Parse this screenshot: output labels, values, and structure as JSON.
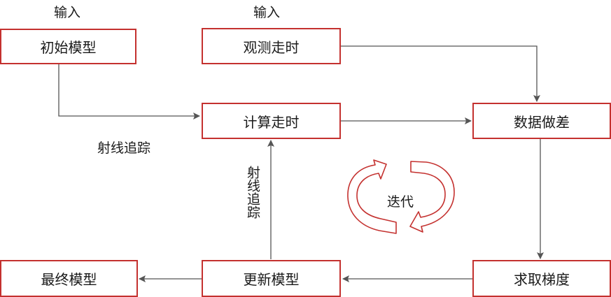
{
  "labels": {
    "input_left": "输入",
    "input_right": "输入",
    "ray_tracing_horizontal": "射线追踪",
    "ray_tracing_vertical": "射线追踪",
    "iteration": "迭代"
  },
  "nodes": {
    "initial_model": "初始模型",
    "observed_traveltime": "观测走时",
    "compute_traveltime": "计算走时",
    "data_difference": "数据做差",
    "final_model": "最终模型",
    "update_model": "更新模型",
    "compute_gradient": "求取梯度"
  },
  "colors": {
    "box_border": "#c4312f",
    "cycle_arrow": "#c4312f",
    "connector": "#555555"
  },
  "icons": {
    "cycle": "circular-arrows-icon"
  }
}
